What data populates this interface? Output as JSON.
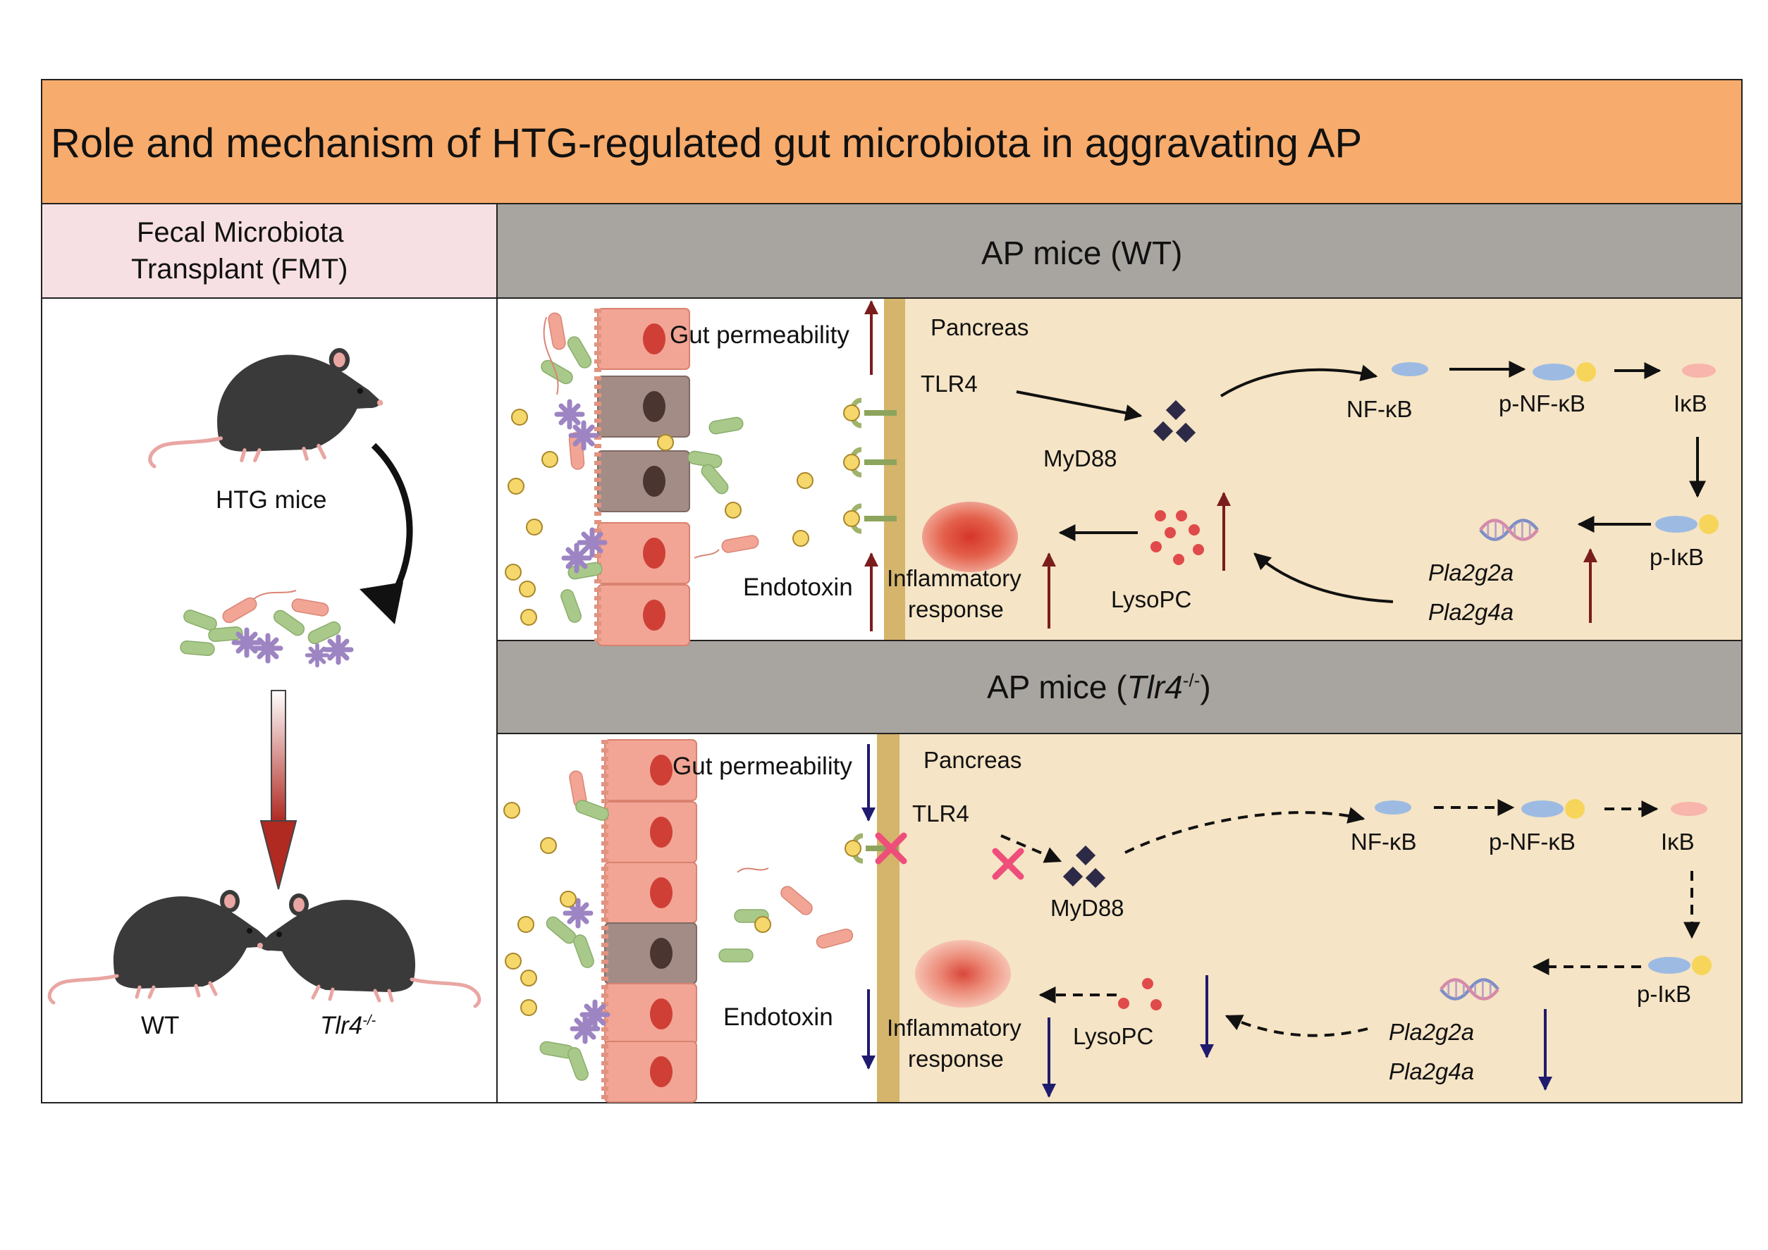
{
  "title": "Role and mechanism of HTG-regulated gut microbiota in aggravating AP",
  "fmt": {
    "header_line1": "Fecal Microbiota",
    "header_line2": "Transplant (FMT)",
    "donor_label": "HTG mice",
    "recipient_wt": "WT",
    "recipient_ko": "Tlr4",
    "recipient_ko_sup": "-/-"
  },
  "wt_panel": {
    "header": "AP mice (WT)",
    "gut_permeability": "Gut permeability",
    "endotoxin": "Endotoxin",
    "pancreas": "Pancreas",
    "tlr4": "TLR4",
    "myd88": "MyD88",
    "nfkb": "NF-κB",
    "p_nfkb": "p-NF-κB",
    "ikb": "IκB",
    "p_ikb": "p-IκB",
    "gene1": "Pla2g2a",
    "gene2": "Pla2g4a",
    "lysopc": "LysoPC",
    "inflammatory_line1": "Inflammatory",
    "inflammatory_line2": "response"
  },
  "ko_panel": {
    "header_prefix": "AP mice (",
    "header_gene": "Tlr4",
    "header_sup": "-/-",
    "header_suffix": ")",
    "gut_permeability": "Gut permeability",
    "endotoxin": "Endotoxin",
    "pancreas": "Pancreas",
    "tlr4": "TLR4",
    "myd88": "MyD88",
    "nfkb": "NF-κB",
    "p_nfkb": "p-NF-κB",
    "ikb": "IκB",
    "p_ikb": "p-IκB",
    "gene1": "Pla2g2a",
    "gene2": "Pla2g4a",
    "lysopc": "LysoPC",
    "inflammatory_line1": "Inflammatory",
    "inflammatory_line2": "response"
  },
  "colors": {
    "title_bar": "#f7ab6c",
    "fmt_header": "#f7e0e3",
    "panel_header": "#a8a49f",
    "pancreas_bg": "#f5e4c5",
    "barrier": "#d5b46c",
    "up_arrow": "#7a1d1d",
    "down_arrow": "#1f1b6e",
    "mouse": "#3a3a3a"
  },
  "icons": [
    "mouse-icon",
    "bacteria-icon",
    "epithelial-cell-icon",
    "endotoxin-icon",
    "tlr4-receptor-icon",
    "myd88-icon",
    "protein-icon",
    "dna-icon",
    "lipid-icon",
    "inflammation-icon",
    "block-x-icon"
  ]
}
